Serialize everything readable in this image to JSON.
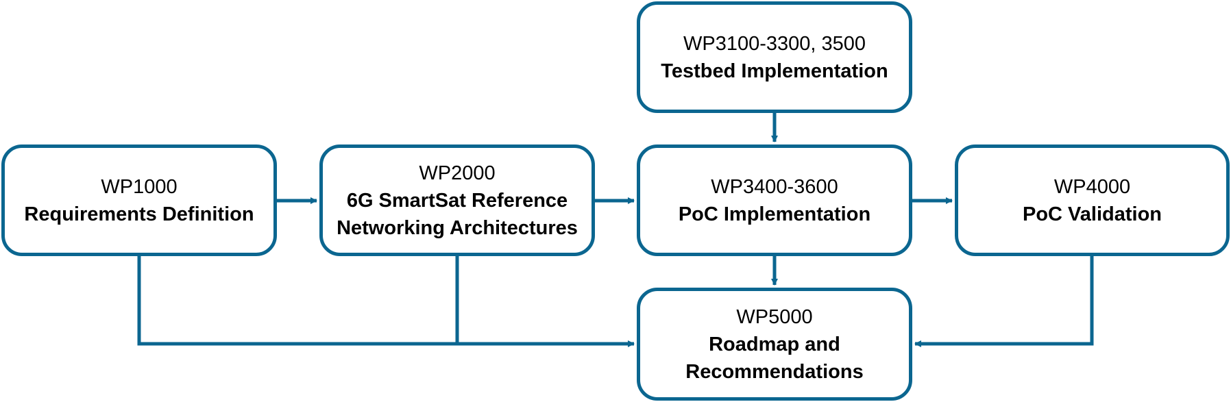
{
  "diagram": {
    "accent_color": "#0b6690",
    "boxes": {
      "requirements": {
        "code": "WP1000",
        "title_lines": [
          "Requirements Definition"
        ]
      },
      "architecture": {
        "code": "WP2000",
        "title_lines": [
          "6G SmartSat Reference",
          "Networking Architectures"
        ]
      },
      "testbed": {
        "code": "WP3100-3300, 3500",
        "title_lines": [
          "Testbed Implementation"
        ]
      },
      "poc_impl": {
        "code": "WP3400-3600",
        "title_lines": [
          "PoC Implementation"
        ]
      },
      "poc_valid": {
        "code": "WP4000",
        "title_lines": [
          "PoC Validation"
        ]
      },
      "roadmap": {
        "code": "WP5000",
        "title_lines": [
          "Roadmap and",
          "Recommendations"
        ]
      }
    },
    "arrows": [
      {
        "from": "WP1000",
        "to": "WP2000"
      },
      {
        "from": "WP2000",
        "to": "WP3400-3600"
      },
      {
        "from": "WP3100-3300, 3500",
        "to": "WP3400-3600"
      },
      {
        "from": "WP3400-3600",
        "to": "WP4000"
      },
      {
        "from": "WP3400-3600",
        "to": "WP5000"
      },
      {
        "from": "WP1000",
        "to": "WP5000"
      },
      {
        "from": "WP2000",
        "to": "WP5000"
      },
      {
        "from": "WP4000",
        "to": "WP5000"
      }
    ]
  }
}
